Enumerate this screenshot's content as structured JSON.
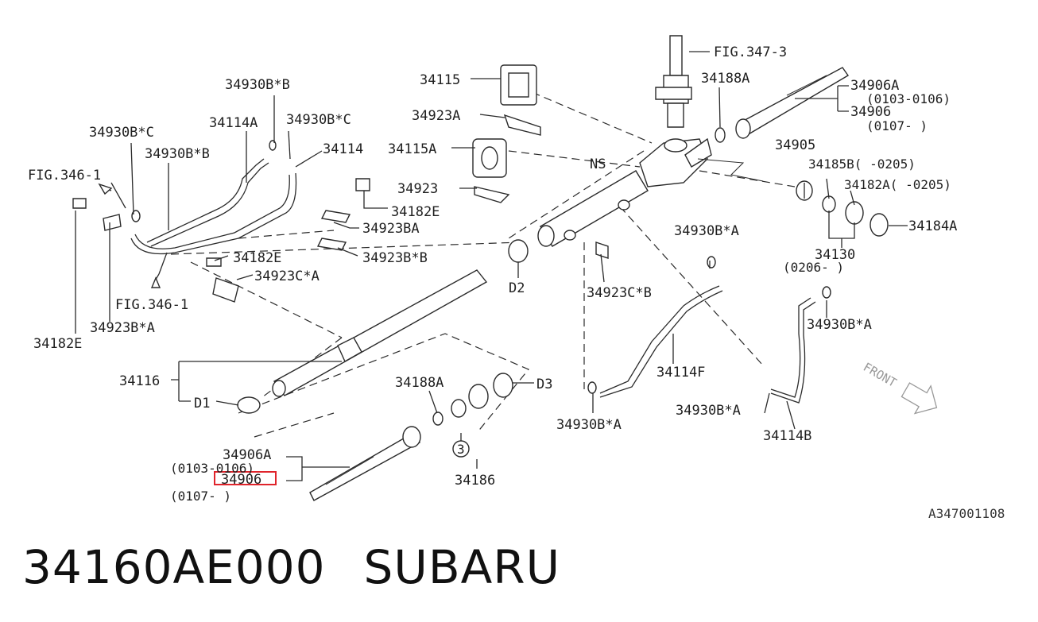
{
  "labels": {
    "fig_347_3": "FIG.347-3",
    "p34188a_top": "34188A",
    "p34115": "34115",
    "p34923a": "34923A",
    "p34115a": "34115A",
    "p34923": "34923",
    "p34182e_mid": "34182E",
    "p34923ba": "34923BA",
    "p34923bb": "34923B*B",
    "p34930bb_top": "34930B*B",
    "p34930bc_right": "34930B*C",
    "p34114a": "34114A",
    "p34930bc_left": "34930B*C",
    "p34930bb_mid": "34930B*B",
    "p34114": "34114",
    "fig_346_1_top": "FIG.346-1",
    "fig_346_1_bottom": "FIG.346-1",
    "p34182e_left2": "34182E",
    "p34923ca": "34923C*A",
    "p34923ba_left": "34923B*A",
    "p34182e_left": "34182E",
    "ns": "NS",
    "p34906a_top": "34906A",
    "range_0103_0106_top": "(0103-0106)",
    "p34906_top": "34906",
    "range_0107_top": "(0107-      )",
    "p34905": "34905",
    "p34185b": "34185B(     -0205)",
    "p34182a": "34182A(     -0205)",
    "p34184a": "34184A",
    "p34130": "34130",
    "range_0206": "(0206-     )",
    "p34930ba_1": "34930B*A",
    "d2": "D2",
    "p34923cb": "34923C*B",
    "p34930ba_2": "34930B*A",
    "p34114f": "34114F",
    "p34930ba_3": "34930B*A",
    "p34114b": "34114B",
    "p34930ba_4": "34930B*A",
    "front": "FRONT",
    "p34116": "34116",
    "d1": "D1",
    "p34188a_bottom": "34188A",
    "d3": "D3",
    "p34906a_bottom": "34906A",
    "range_0103_0106_bottom": "(0103-0106)",
    "p34906_bottom": "34906",
    "range_0107_bottom": "(0107-     )",
    "p34186": "34186",
    "circle_3": "3",
    "code": "A347001108"
  },
  "caption": {
    "part_number": "34160AE000",
    "brand": "SUBARU"
  },
  "highlight_color": "#e0242b"
}
